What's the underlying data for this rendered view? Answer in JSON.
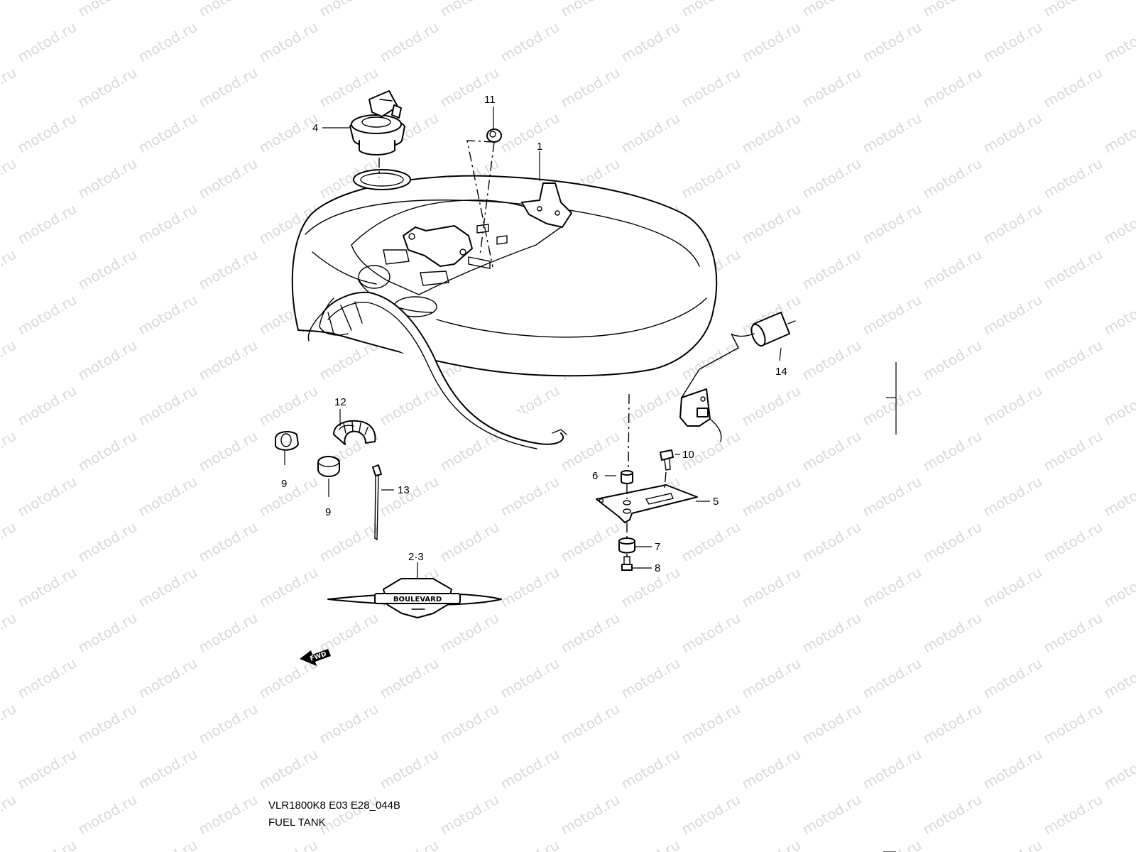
{
  "watermark": "motod.ru",
  "diagram": {
    "code": "VLR1800K8 E03 E28_044B",
    "title": "FUEL TANK",
    "emblem_text": "BOULEVARD",
    "fwd_label": "FWD",
    "callouts": {
      "c1": "1",
      "c23": "2·3",
      "c4": "4",
      "c5": "5",
      "c6": "6",
      "c7": "7",
      "c8": "8",
      "c9a": "9",
      "c9b": "9",
      "c10": "10",
      "c11": "11",
      "c12": "12",
      "c13": "13",
      "c14": "14"
    }
  }
}
